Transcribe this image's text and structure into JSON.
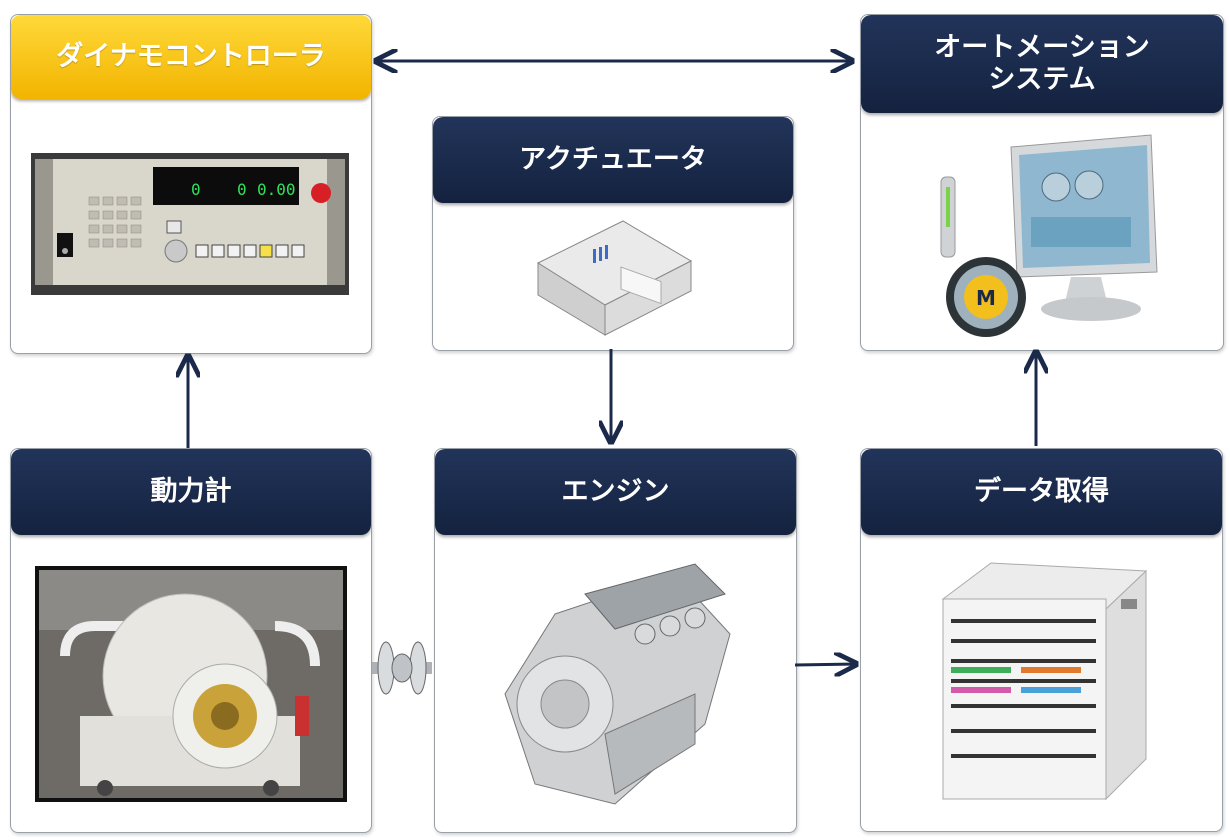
{
  "nodes": {
    "dyno_controller": {
      "label": "ダイナモコントローラ",
      "image": "dynamo-controller-panel"
    },
    "automation": {
      "label_line1": "オートメーション",
      "label_line2": "システム",
      "image": "automation-software-monitor"
    },
    "actuator": {
      "label": "アクチュエータ",
      "image": "actuator-box"
    },
    "dynamometer": {
      "label": "動力計",
      "image": "dynamometer-machine"
    },
    "engine": {
      "label": "エンジン",
      "image": "engine-block"
    },
    "data_acq": {
      "label": "データ取得",
      "image": "data-acquisition-rack"
    }
  },
  "controller_display": {
    "left_value": "0",
    "mid_value": "0",
    "right_value": "0.00"
  },
  "automation_badge": "M",
  "colors": {
    "header_navy": "#1b2a4a",
    "header_gold": "#f5c400",
    "arrow": "#1b2a4a"
  }
}
